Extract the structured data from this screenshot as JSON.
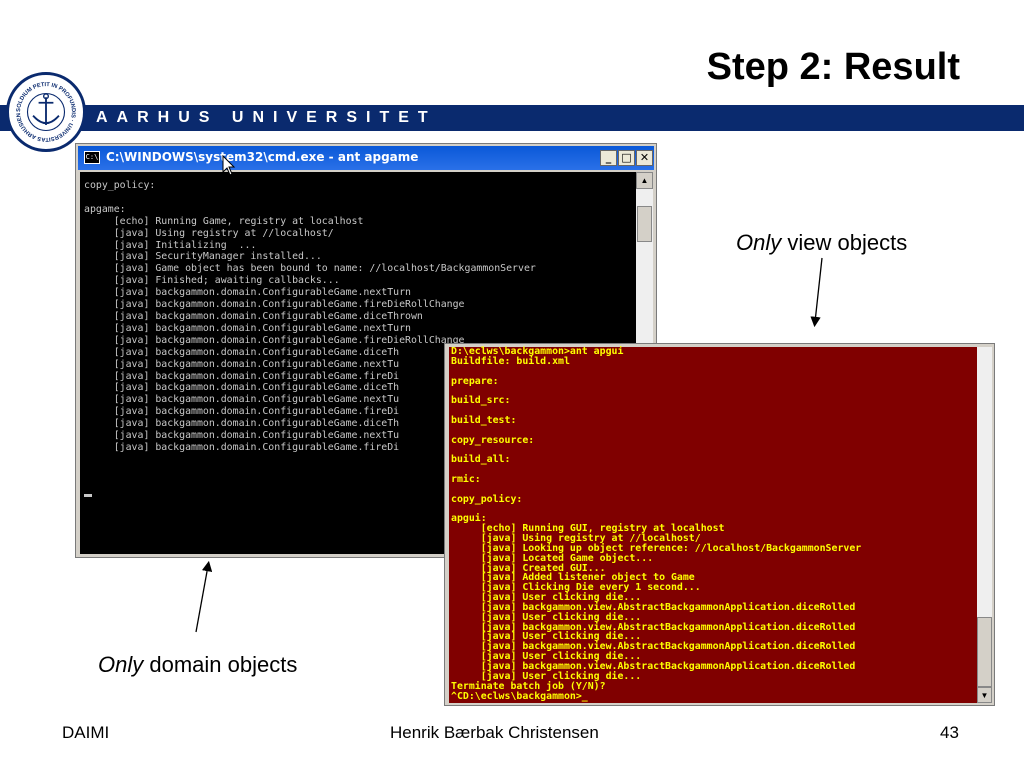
{
  "slide": {
    "title": "Step 2: Result",
    "university": "AARHUS UNIVERSITET",
    "seal_text": "SOLDIUM PETIT IN PROFUNDIS · UNIVERSITAS ARHUSIENSIS"
  },
  "window1": {
    "icon": "C:\\",
    "title": "C:\\WINDOWS\\system32\\cmd.exe - ant  apgame",
    "minimize": "_",
    "maximize": "□",
    "close": "✕",
    "console_text": "copy_policy:\n\napgame:\n     [echo] Running Game, registry at localhost\n     [java] Using registry at //localhost/\n     [java] Initializing  ...\n     [java] SecurityManager installed...\n     [java] Game object has been bound to name: //localhost/BackgammonServer\n     [java] Finished; awaiting callbacks...\n     [java] backgammon.domain.ConfigurableGame.nextTurn\n     [java] backgammon.domain.ConfigurableGame.fireDieRollChange\n     [java] backgammon.domain.ConfigurableGame.diceThrown\n     [java] backgammon.domain.ConfigurableGame.nextTurn\n     [java] backgammon.domain.ConfigurableGame.fireDieRollChange\n     [java] backgammon.domain.ConfigurableGame.diceTh\n     [java] backgammon.domain.ConfigurableGame.nextTu\n     [java] backgammon.domain.ConfigurableGame.fireDi\n     [java] backgammon.domain.ConfigurableGame.diceTh\n     [java] backgammon.domain.ConfigurableGame.nextTu\n     [java] backgammon.domain.ConfigurableGame.fireDi\n     [java] backgammon.domain.ConfigurableGame.diceTh\n     [java] backgammon.domain.ConfigurableGame.nextTu\n     [java] backgammon.domain.ConfigurableGame.fireDi"
  },
  "window2": {
    "console_text": "D:\\eclws\\backgammon>ant apgui\nBuildfile: build.xml\n\nprepare:\n\nbuild_src:\n\nbuild_test:\n\ncopy_resource:\n\nbuild_all:\n\nrmic:\n\ncopy_policy:\n\napgui:\n     [echo] Running GUI, registry at localhost\n     [java] Using registry at //localhost/\n     [java] Looking up object reference: //localhost/BackgammonServer\n     [java] Located Game object...\n     [java] Created GUI...\n     [java] Added listener object to Game\n     [java] Clicking Die every 1 second...\n     [java] User clicking die...\n     [java] backgammon.view.AbstractBackgammonApplication.diceRolled\n     [java] User clicking die...\n     [java] backgammon.view.AbstractBackgammonApplication.diceRolled\n     [java] User clicking die...\n     [java] backgammon.view.AbstractBackgammonApplication.diceRolled\n     [java] User clicking die...\n     [java] backgammon.view.AbstractBackgammonApplication.diceRolled\n     [java] User clicking die...\nTerminate batch job (Y/N)?\n^CD:\\eclws\\backgammon>_"
  },
  "scroll_up": "▲",
  "scroll_down": "▼",
  "annotations": {
    "view_emph": "Only",
    "view_rest": " view objects",
    "domain_emph": "Only",
    "domain_rest": " domain objects"
  },
  "footer": {
    "left": "DAIMI",
    "center": "Henrik Bærbak Christensen",
    "page": "43"
  },
  "colors": {
    "brand_blue": "#0a2a6e",
    "console1_bg": "#000000",
    "console2_bg": "#800000",
    "console2_text": "#ffff00"
  }
}
